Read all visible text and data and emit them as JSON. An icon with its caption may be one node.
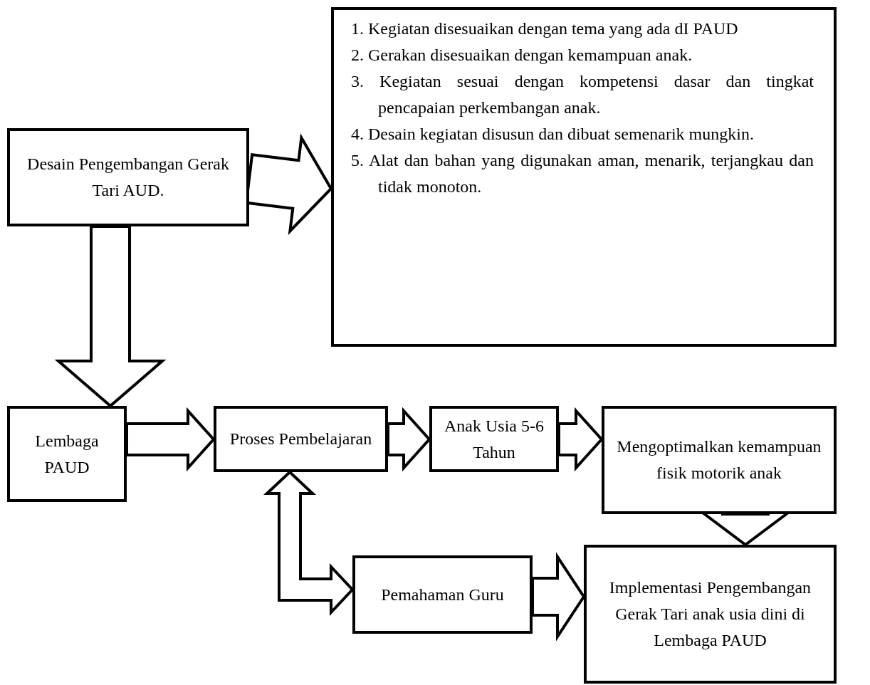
{
  "diagram": {
    "nodes": [
      {
        "text": [
          "Desain Pengembangan Gerak Tari AUD."
        ]
      },
      {
        "text": [
          "1. Kegiatan disesuaikan dengan tema yang ada dI PAUD",
          "2. Gerakan disesuaikan dengan kemampuan anak.",
          "3. Kegiatan sesuai dengan kompetensi dasar dan tingkat pencapaian perkembangan anak.",
          "4. Desain kegiatan disusun dan dibuat semenarik mungkin.",
          "5. Alat dan bahan yang digunakan aman, menarik, terjangkau dan tidak monoton."
        ]
      },
      {
        "text": [
          "Lembaga PAUD"
        ]
      },
      {
        "text": [
          "Proses Pembelajaran"
        ]
      },
      {
        "text": [
          "Anak Usia 5-6 Tahun"
        ]
      },
      {
        "text": [
          "Mengoptimalkan kemampuan fisik motorik anak"
        ]
      },
      {
        "text": [
          "Pemahaman Guru"
        ]
      },
      {
        "text": [
          "Implementasi Pengembangan Gerak Tari anak usia dini di Lembaga PAUD"
        ]
      }
    ],
    "edges": [
      {
        "from": 0,
        "to": 1,
        "arrow": "to"
      },
      {
        "from": 0,
        "to": 2,
        "arrow": "to"
      },
      {
        "from": 2,
        "to": 3,
        "arrow": "to"
      },
      {
        "from": 3,
        "to": 4,
        "arrow": "to"
      },
      {
        "from": 4,
        "to": 5,
        "arrow": "to"
      },
      {
        "from": 5,
        "to": 7,
        "arrow": "to"
      },
      {
        "from": 3,
        "to": 6,
        "arrow": "both"
      },
      {
        "from": 6,
        "to": 7,
        "arrow": "to"
      }
    ]
  }
}
